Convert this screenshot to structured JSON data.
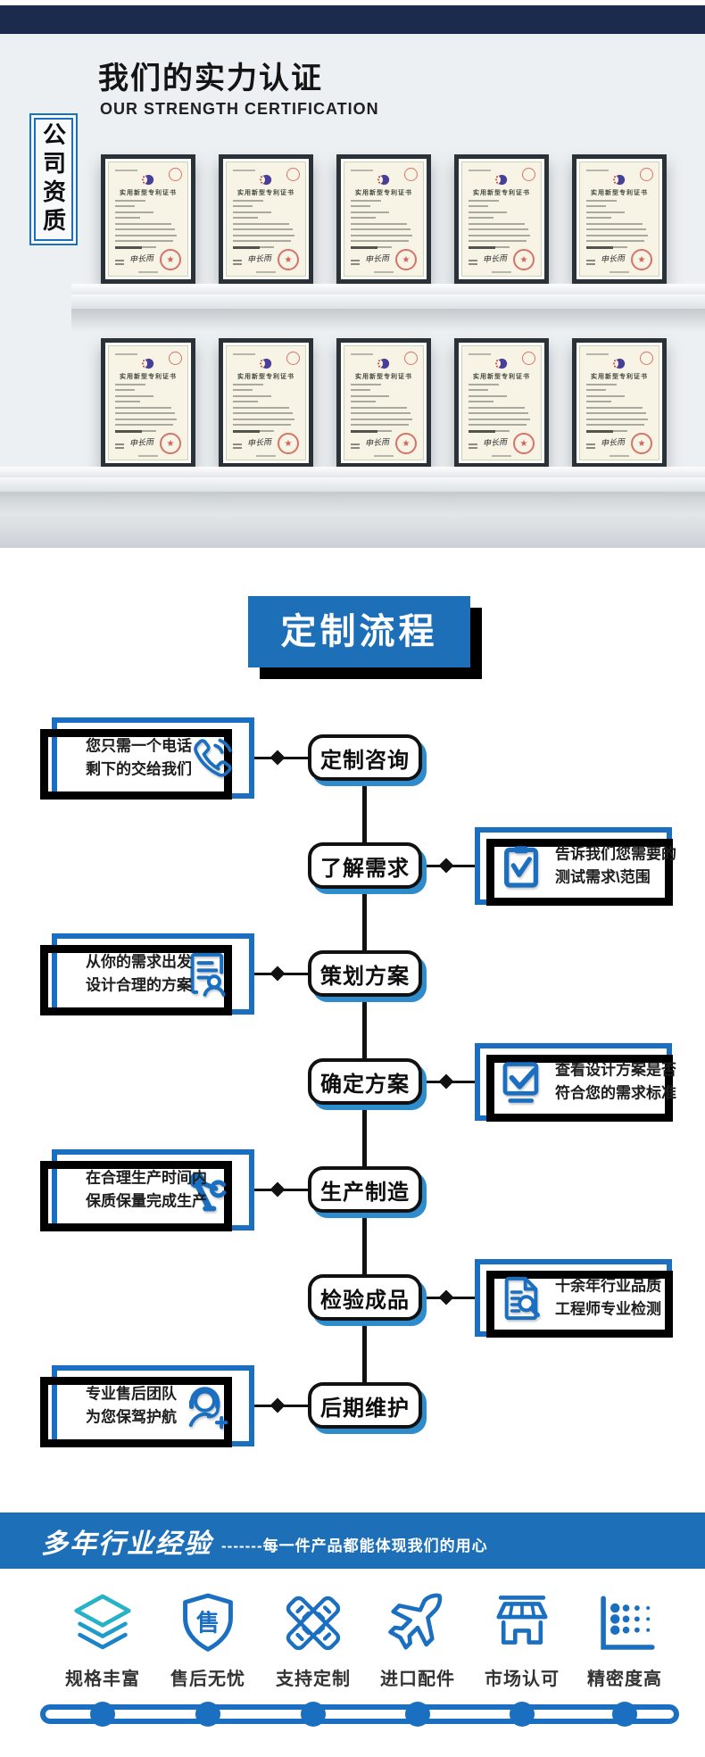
{
  "top_bar": {
    "color": "#1a2b4d"
  },
  "strength": {
    "heading": "我们的实力认证",
    "subheading": "OUR STRENGTH CERTIFICATION",
    "side_label": "公司资质",
    "cert_title": "实用新型专利证书",
    "cert_signature": "申长雨",
    "shelf_rows": [
      5,
      5
    ]
  },
  "process": {
    "title": "定制流程",
    "steps": [
      {
        "node": "定制咨询",
        "side": "left",
        "icon": "phone-icon",
        "lines": [
          "您只需一个电话",
          "剩下的交给我们"
        ]
      },
      {
        "node": "了解需求",
        "side": "right",
        "icon": "clipboard-check-icon",
        "lines": [
          "告诉我们您需要的",
          "测试需求\\范围"
        ]
      },
      {
        "node": "策划方案",
        "side": "left",
        "icon": "document-user-icon",
        "lines": [
          "从你的需求出发",
          "设计合理的方案"
        ]
      },
      {
        "node": "确定方案",
        "side": "right",
        "icon": "checkbox-icon",
        "lines": [
          "查看设计方案是否",
          "符合您的需求标准"
        ]
      },
      {
        "node": "生产制造",
        "side": "left",
        "icon": "robot-arm-icon",
        "lines": [
          "在合理生产时间内",
          "保质保量完成生产"
        ]
      },
      {
        "node": "检验成品",
        "side": "right",
        "icon": "document-search-icon",
        "lines": [
          "十余年行业品质",
          "工程师专业检测"
        ]
      },
      {
        "node": "后期维护",
        "side": "left",
        "icon": "headset-user-icon",
        "lines": [
          "专业售后团队",
          "为您保驾护航"
        ]
      }
    ]
  },
  "banner": {
    "title": "多年行业经验",
    "tagline": "-------每一件产品都能体现我们的用心"
  },
  "features": [
    {
      "label": "规格丰富",
      "icon": "layers-icon"
    },
    {
      "label": "售后无忧",
      "icon": "shield-icon",
      "icon_char": "售"
    },
    {
      "label": "支持定制",
      "icon": "rulers-icon"
    },
    {
      "label": "进口配件",
      "icon": "airplane-icon"
    },
    {
      "label": "市场认可",
      "icon": "storefront-icon"
    },
    {
      "label": "精密度高",
      "icon": "dot-matrix-icon"
    }
  ],
  "colors": {
    "primary_blue": "#1a6fc0",
    "box_blue": "#1d70b8",
    "node_shadow_blue": "#2e8ccd",
    "teal": "#26b2c7",
    "navy": "#1a2b4d",
    "dark": "#111111"
  }
}
